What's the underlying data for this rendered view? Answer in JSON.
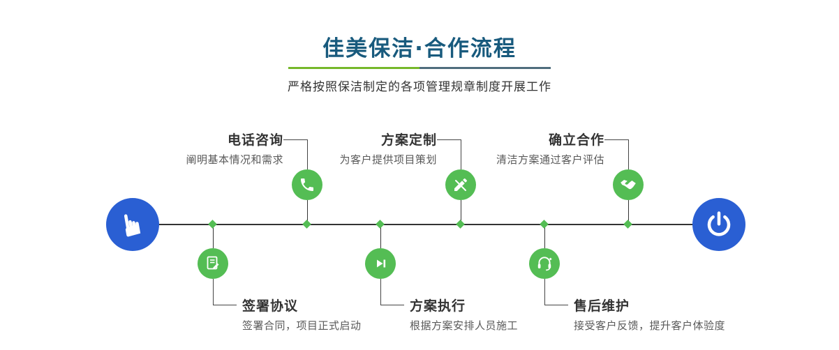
{
  "header": {
    "title": "佳美保洁·合作流程",
    "subtitle": "严格按照保洁制定的各项管理规章制度开展工作"
  },
  "colors": {
    "title_blue": "#185a7d",
    "node_green": "#54bd54",
    "endpoint_blue": "#2a5fd3",
    "divider_green": "#76b82a",
    "divider_blue": "#4f6d7d",
    "line_dark": "#333333"
  },
  "timeline": {
    "start": {
      "icon": "hand-pointer-icon"
    },
    "end": {
      "icon": "power-icon"
    },
    "steps_top": [
      {
        "title": "电话咨询",
        "desc": "阐明基本情况和需求",
        "icon": "phone-icon"
      },
      {
        "title": "方案定制",
        "desc": "为客户提供项目策划",
        "icon": "pencil-icon"
      },
      {
        "title": "确立合作",
        "desc": "清洁方案通过客户评估",
        "icon": "handshake-icon"
      }
    ],
    "steps_bottom": [
      {
        "title": "签署协议",
        "desc": "签署合同，项目正式启动",
        "icon": "contract-icon"
      },
      {
        "title": "方案执行",
        "desc": "根据方案安排人员施工",
        "icon": "play-icon"
      },
      {
        "title": "售后维护",
        "desc": "接受客户反馈，提升客户体验度",
        "icon": "headset-icon"
      }
    ]
  }
}
